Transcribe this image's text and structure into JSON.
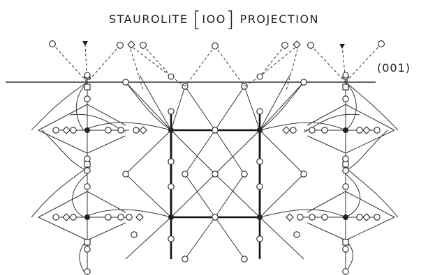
{
  "title": {
    "prefix": "STAUROLITE",
    "bracket_open": "[",
    "direction": "IOO",
    "bracket_close": "]",
    "suffix": "PROJECTION"
  },
  "plane_label": "(001)"
}
